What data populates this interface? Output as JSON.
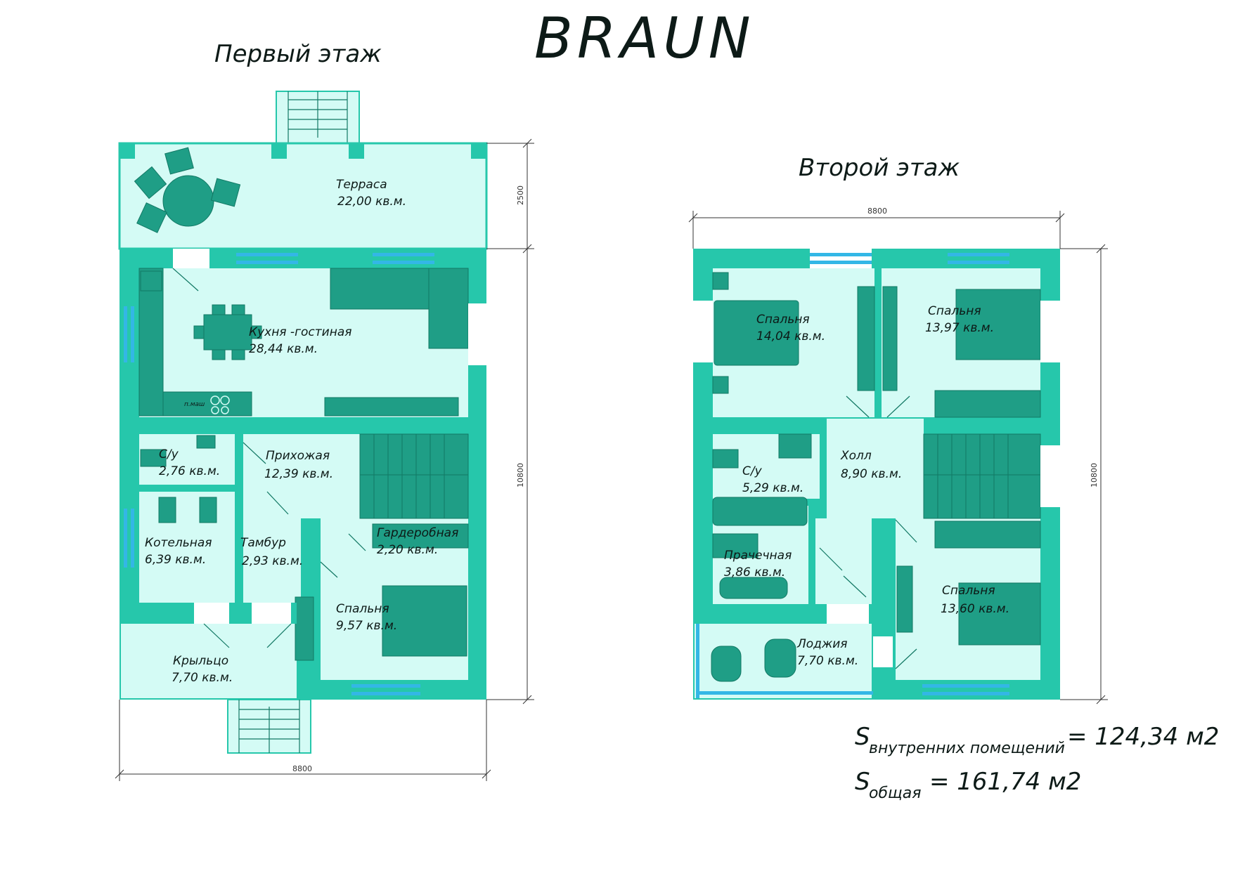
{
  "project": {
    "name": "BRAUN"
  },
  "floors": {
    "first": {
      "title": "Первый этаж",
      "dims": {
        "width": "8800",
        "depth": "10800",
        "terrace_depth": "2500"
      },
      "rooms": {
        "terrace": {
          "name": "Терраса",
          "area": "22,00 кв.м."
        },
        "kitchen": {
          "name": "Кухня -гостиная",
          "area": "28,44 кв.м."
        },
        "bath": {
          "name": "С/у",
          "area": "2,76 кв.м."
        },
        "hall": {
          "name": "Прихожая",
          "area": "12,39 кв.м."
        },
        "boiler": {
          "name": "Котельная",
          "area": "6,39 кв.м."
        },
        "vestibule": {
          "name": "Тамбур",
          "area": "2,93 кв.м."
        },
        "wardrobe": {
          "name": "Гардеробная",
          "area": "2,20 кв.м."
        },
        "bedroom": {
          "name": "Спальня",
          "area": "9,57 кв.м."
        },
        "porch": {
          "name": "Крыльцо",
          "area": "7,70 кв.м."
        }
      },
      "appliance_label": "п.маш"
    },
    "second": {
      "title": "Второй этаж",
      "dims": {
        "width": "8800",
        "depth": "10800"
      },
      "rooms": {
        "bedroom1": {
          "name": "Спальня",
          "area": "14,04 кв.м."
        },
        "bedroom2": {
          "name": "Спальня",
          "area": "13,97 кв.м."
        },
        "bath": {
          "name": "С/у",
          "area": "5,29 кв.м."
        },
        "hall": {
          "name": "Холл",
          "area": "8,90 кв.м."
        },
        "laundry": {
          "name": "Прачечная",
          "area": "3,86 кв.м."
        },
        "bedroom3": {
          "name": "Спальня",
          "area": "13,60 кв.м."
        },
        "loggia": {
          "name": "Лоджия",
          "area": "7,70 кв.м."
        }
      }
    }
  },
  "summary": {
    "inner_symbol": "S",
    "inner_sub": "внутренних помещений",
    "inner_value": "= 124,34 м2",
    "total_symbol": "S",
    "total_sub": "общая",
    "total_value": "= 161,74 м2"
  },
  "colors": {
    "wall": "#26c7ab",
    "floor": "#d4fbf5",
    "furniture": "#1f9e86",
    "window_glass": "#33b7e6"
  }
}
